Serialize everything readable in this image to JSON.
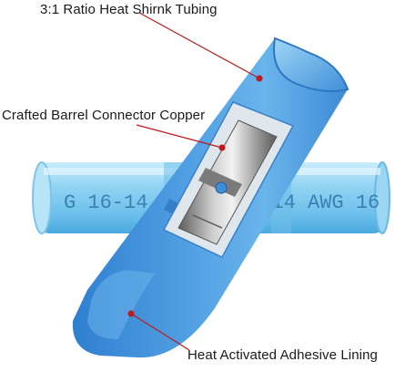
{
  "callouts": {
    "tubing": "3:1 Ratio Heat Shirnk Tubing",
    "barrel": "Crafted Barrel Connector Copper",
    "adhesive": "Heat Activated Adhesive Lining"
  },
  "tube_markings": {
    "left": "G 16-14",
    "right": "6-14 AWG 16"
  },
  "colors": {
    "leader_line": "#c0181e",
    "tube_blue": "#3f8fd8",
    "tube_light": "#7fc2ee",
    "copper_barrel": "#8a8a8a"
  }
}
